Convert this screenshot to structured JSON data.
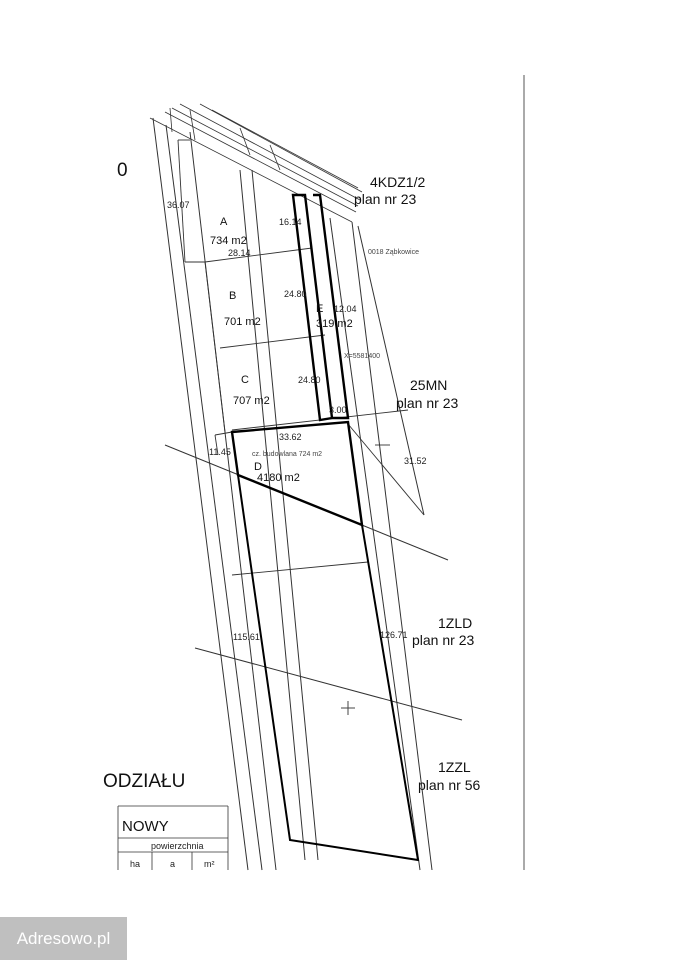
{
  "left_marks": {
    "zero": "0",
    "odzialu": "ODZIAŁU",
    "nowy": "NOWY"
  },
  "zones": [
    {
      "id": "4KDZ1/2",
      "plan": "plan nr 23"
    },
    {
      "id": "25MN",
      "plan": "plan nr 23"
    },
    {
      "id": "1ZLD",
      "plan": "plan nr 23"
    },
    {
      "id": "1ZZL",
      "plan": "plan nr 56"
    }
  ],
  "road_label": "0018 Ząbkowice",
  "parcels": [
    {
      "letter": "A",
      "area": "734 m2"
    },
    {
      "letter": "B",
      "area": "701 m2"
    },
    {
      "letter": "C",
      "area": "707 m2"
    },
    {
      "letter": "D",
      "area": "4180 m2"
    },
    {
      "letter": "E",
      "area": "319 m2"
    }
  ],
  "building_note": "cz.    budowlana 724 m2",
  "coordinate": "X=5581400",
  "dimensions": [
    "36.07",
    "16.14",
    "28.14",
    "24.80",
    "12.04",
    "24.80",
    "3.00",
    "33.62",
    "11.45",
    "31.52",
    "115.61",
    "126.71"
  ],
  "table": {
    "header": "powierzchnia",
    "cols": [
      "ha",
      "a",
      "m²"
    ]
  },
  "watermark": "Adresowo.pl"
}
